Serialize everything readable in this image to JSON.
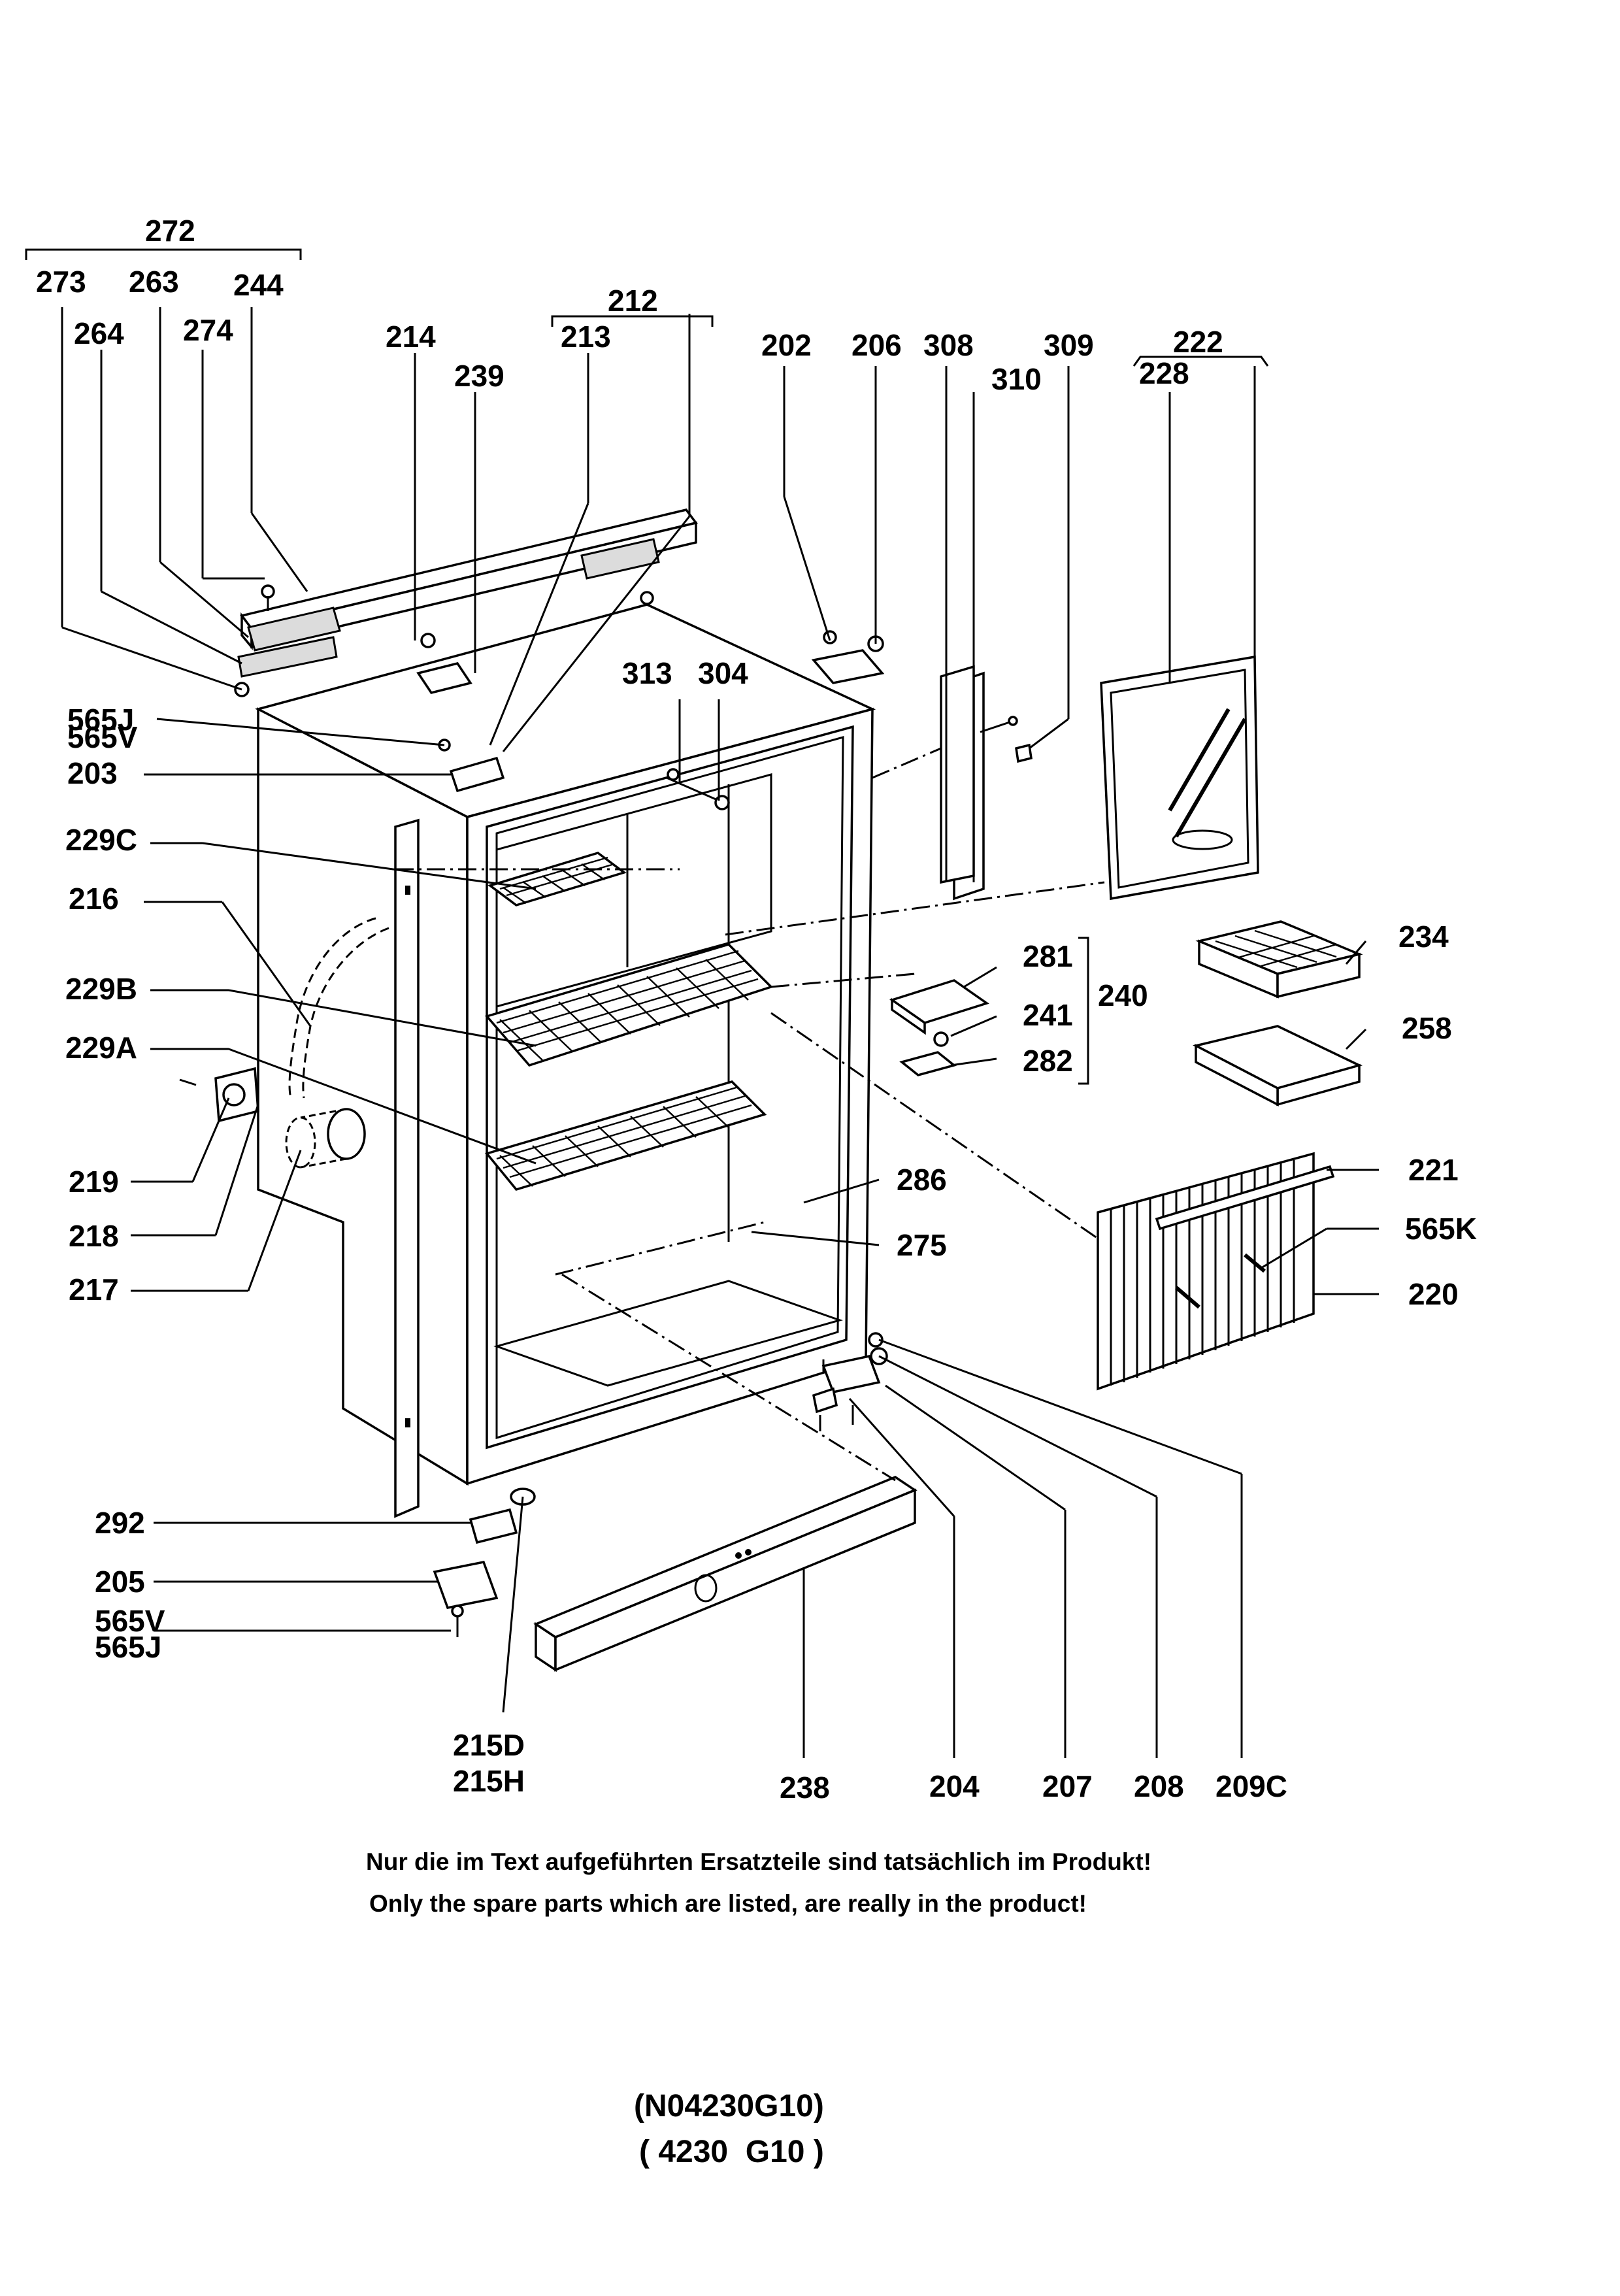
{
  "labels": {
    "l272": "272",
    "l273": "273",
    "l263": "263",
    "l244": "244",
    "l264": "264",
    "l274": "274",
    "l212": "212",
    "l213": "213",
    "l214": "214",
    "l239": "239",
    "l202": "202",
    "l206": "206",
    "l308": "308",
    "l309": "309",
    "l310": "310",
    "l222": "222",
    "l228": "228",
    "l565j_top": "565J",
    "l565v_top": "565V",
    "l203": "203",
    "l313": "313",
    "l304": "304",
    "l229c": "229C",
    "l216": "216",
    "l229b": "229B",
    "l229a": "229A",
    "l234": "234",
    "l281": "281",
    "l240": "240",
    "l241": "241",
    "l282": "282",
    "l258": "258",
    "l219": "219",
    "l218": "218",
    "l217": "217",
    "l286": "286",
    "l275": "275",
    "l221": "221",
    "l565k": "565K",
    "l220": "220",
    "l292": "292",
    "l205": "205",
    "l565v_bot": "565V",
    "l565j_bot": "565J",
    "l215d": "215D",
    "l215h": "215H",
    "l238": "238",
    "l204": "204",
    "l207": "207",
    "l208": "208",
    "l209c": "209C"
  },
  "notes": {
    "de": "Nur die im Text aufgeführten Ersatzteile sind tatsächlich im Produkt!",
    "en": "Only the spare parts which are listed, are really in the product!"
  },
  "model": {
    "code1": "(N04230G10)",
    "code2": "( 4230  G10 )"
  }
}
